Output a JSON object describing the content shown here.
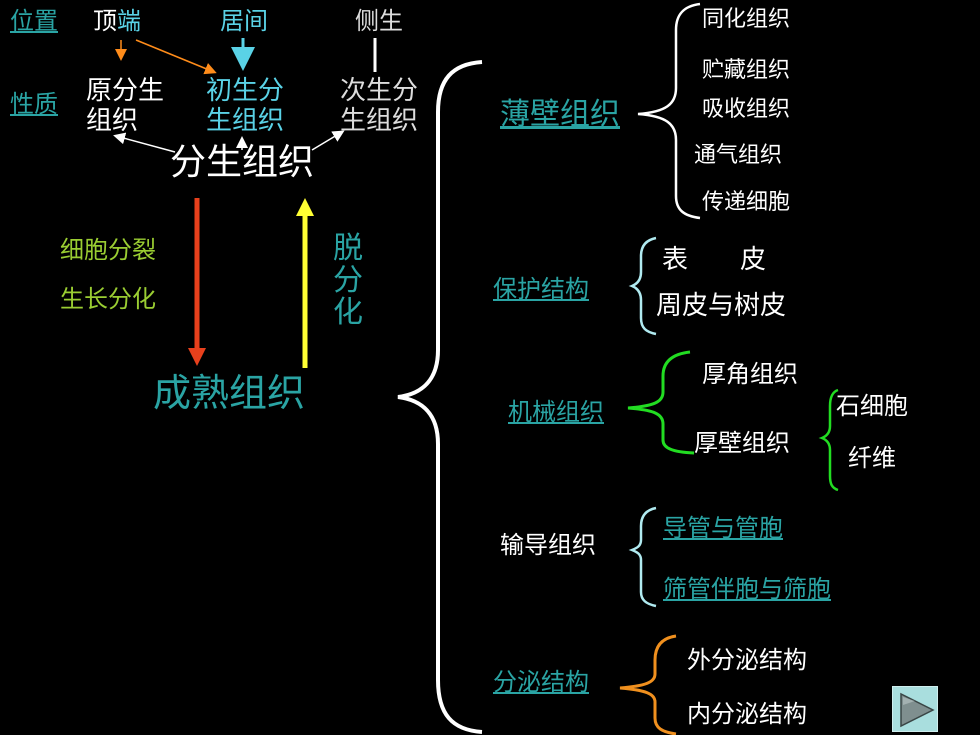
{
  "colors": {
    "background": "#000000",
    "link": "#2aa4a4",
    "orange_arrow": "#ff8c1a",
    "cyan_arrow": "#5ad2e6",
    "red_arrow": "#e8401c",
    "yellow_arrow": "#ffff33",
    "green_text": "#9acd32",
    "green_brace": "#22dd22",
    "orange_brace": "#f0901e",
    "cyan_brace": "#b0eaf0"
  },
  "left": {
    "position_label": "位置",
    "apex_a": "顶",
    "apex_b": "端",
    "middle": "居间",
    "lateral": "侧生",
    "nature_label": "性质",
    "primary_l1": "原分生",
    "primary_l2": "组织",
    "initial_l1": "初生分",
    "initial_l2": "生组织",
    "secondary_l1": "次生分",
    "secondary_l2": "生组织",
    "meristem": "分生组织",
    "cell_division": "细胞分裂",
    "growth_differentiation": "生长分化",
    "dediff_1": "脱",
    "dediff_2": "分",
    "dediff_3": "化",
    "mature_tissue": "成熟组织"
  },
  "right": {
    "parenchyma": {
      "label": "薄壁组织",
      "items": [
        "同化组织",
        "贮藏组织",
        "吸收组织",
        "通气组织",
        "传递细胞"
      ]
    },
    "protective": {
      "label": "保护结构",
      "items": [
        "表　　皮",
        "周皮与树皮"
      ]
    },
    "mechanical": {
      "label": "机械组织",
      "collenchyma": "厚角组织",
      "sclerenchyma": "厚壁组织",
      "sub_items": [
        "石细胞",
        "纤维"
      ]
    },
    "conducting": {
      "label": "输导组织",
      "items": [
        "导管与管胞",
        "筛管伴胞与筛胞"
      ]
    },
    "secretory": {
      "label": "分泌结构",
      "items": [
        "外分泌结构",
        "内分泌结构"
      ]
    }
  },
  "nav": {
    "next_icon": "play-triangle-icon"
  }
}
